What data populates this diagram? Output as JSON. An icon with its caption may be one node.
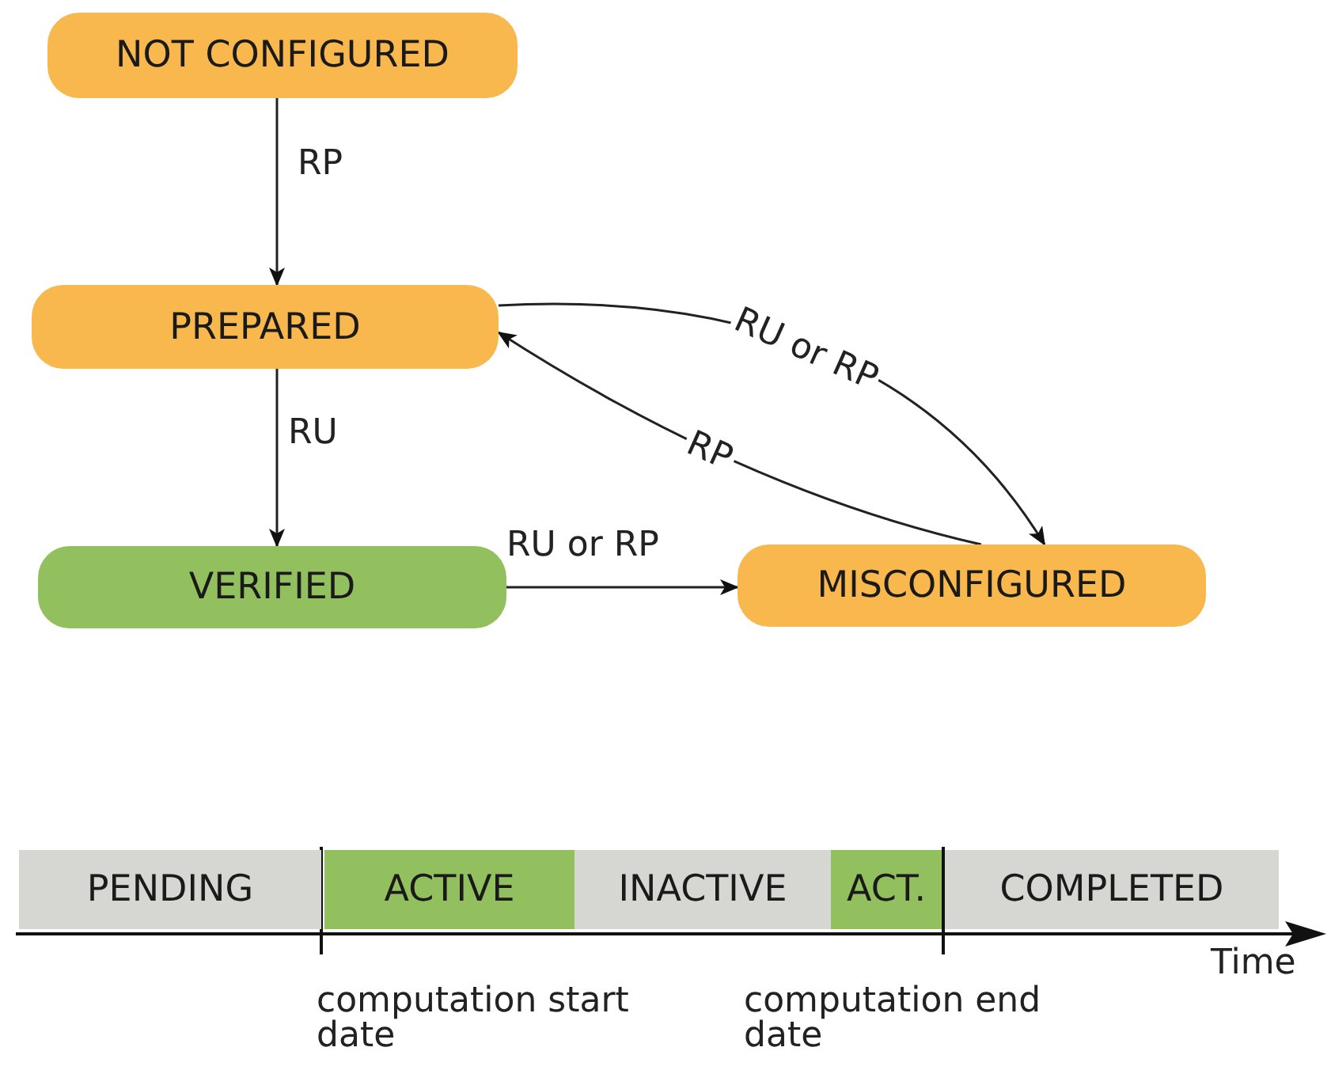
{
  "diagram": {
    "nodes": [
      {
        "text": [
          "NOT CONFIGURED"
        ]
      },
      {
        "text": [
          "PREPARED"
        ]
      },
      {
        "text": [
          "VERIFIED"
        ]
      },
      {
        "text": [
          "MISCONFIGURED"
        ]
      },
      {
        "text": [
          "PENDING"
        ]
      },
      {
        "text": [
          "ACTIVE"
        ]
      },
      {
        "text": [
          "INACTIVE"
        ]
      },
      {
        "text": [
          "ACT."
        ]
      },
      {
        "text": [
          "COMPLETED"
        ]
      }
    ],
    "edges": [
      {
        "from": 0,
        "to": 1,
        "arrow": "to",
        "label": "RP"
      },
      {
        "from": 1,
        "to": 2,
        "arrow": "to",
        "label": "RU"
      },
      {
        "from": 1,
        "to": 3,
        "arrow": "to",
        "label": "RU or RP"
      },
      {
        "from": 3,
        "to": 1,
        "arrow": "to",
        "label": "RP"
      },
      {
        "from": 2,
        "to": 3,
        "arrow": "to",
        "label": "RU or RP"
      }
    ],
    "labels": [
      "Time",
      "computation start date",
      "computation end date"
    ]
  }
}
